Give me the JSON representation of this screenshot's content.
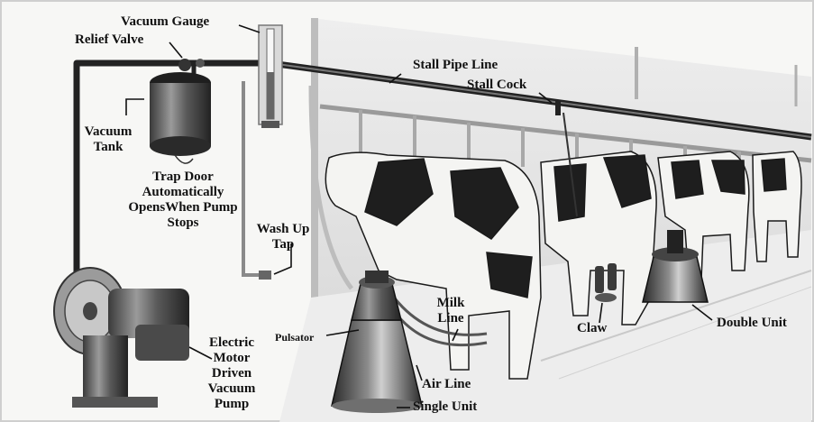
{
  "labels": {
    "vacuum_gauge": "Vacuum Gauge",
    "relief_valve": "Relief Valve",
    "stall_pipe_line": "Stall Pipe Line",
    "stall_cock": "Stall Cock",
    "vacuum_tank_1": "Vacuum",
    "vacuum_tank_2": "Tank",
    "trap_door_1": "Trap Door",
    "trap_door_2": "Automatically",
    "trap_door_3": "OpensWhen Pump",
    "trap_door_4": "Stops",
    "wash_up_1": "Wash Up",
    "wash_up_2": "Tap",
    "pulsator": "Pulsator",
    "milk_line_1": "Milk",
    "milk_line_2": "Line",
    "claw": "Claw",
    "double_unit": "Double Unit",
    "motor_1": "Electric",
    "motor_2": "Motor",
    "motor_3": "Driven",
    "motor_4": "Vacuum",
    "motor_5": "Pump",
    "air_line": "Air Line",
    "single_unit": "Single Unit"
  }
}
